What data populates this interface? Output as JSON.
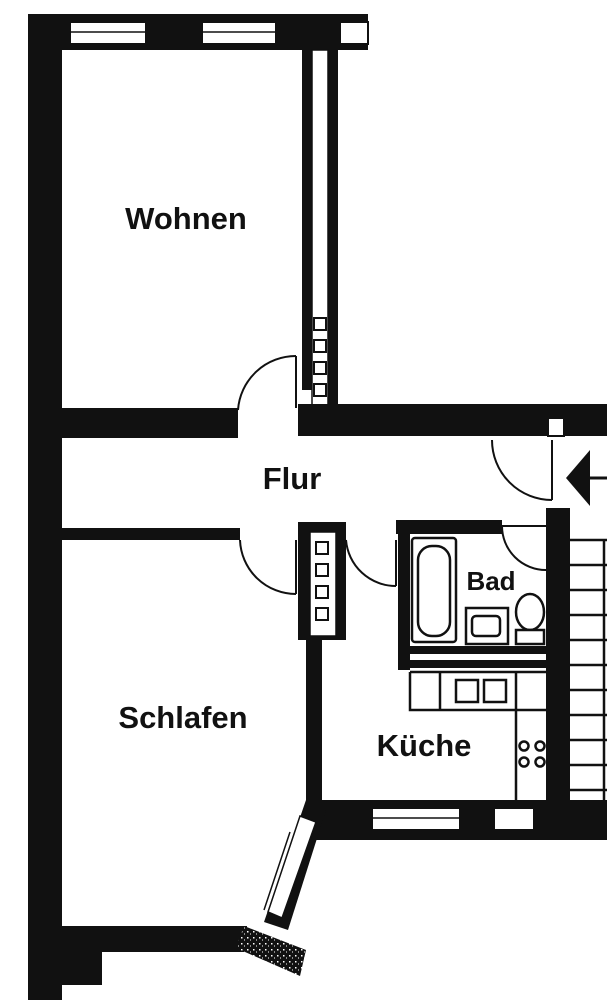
{
  "rooms": {
    "wohnen": "Wohnen",
    "flur": "Flur",
    "bad": "Bad",
    "schlafen": "Schlafen",
    "kueche": "Küche"
  },
  "colors": {
    "ink": "#111111",
    "paper": "#ffffff"
  }
}
